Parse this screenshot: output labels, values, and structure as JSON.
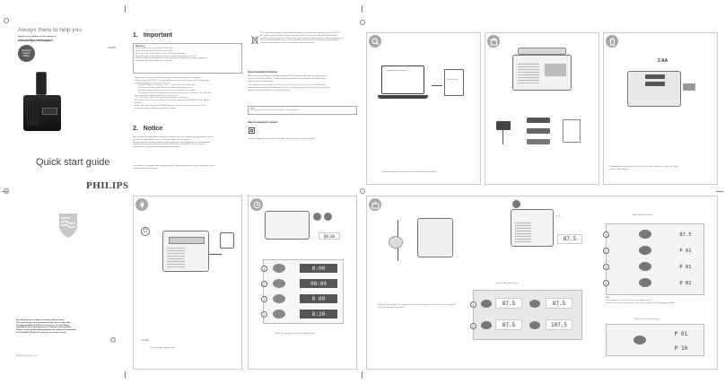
{
  "cover": {
    "tagline": "Always there to help you",
    "register_text": "Register your product and get support at",
    "url": "www.philips.com/support",
    "question_label": "Question? Contact Philips",
    "model": "AJ7260",
    "quick_start": "Quick start guide",
    "brand": "PHILIPS",
    "legal": [
      "Specifications are subject to change without notice.",
      "This product has been manufactured by, and is sold under",
      "the responsibility of Gibson Innovations Ltd., and Gibson",
      "Innovations Ltd. is the warrantor in relation to this product.",
      "Philips and the Philips Shield Emblem are registered trademarks",
      "of Koninklijke Philips N.V. and are used under license."
    ],
    "code": "AJ7260_05_QSG_V1.0"
  },
  "important": {
    "heading_num": "1.",
    "heading": "Important",
    "warning_label": "Warning",
    "warning_lines": [
      "Never remove the casing of this clock radio.",
      "Never lubricate any part of this clock radio.",
      "Never place this clock radio on other electrical equipment.",
      "Keep this clock radio away from direct sunlight, naked flames or heat.",
      "Make sure that you always have easy access to the power cord, plug or adaptor to",
      "disconnect the clock radio from the power."
    ],
    "bullets": [
      "Make sure that there is enough free space around the product for ventilation.",
      "Battery usage CAUTION – To prevent battery leakage which may result in bodily injury,",
      "property damage, or damage to the unit:",
      "Install all batteries correctly, + and – as marked on the clock radio.",
      "Do not mix batteries (old and new or carbon and alkaline, etc.).",
      "Remove batteries when the clock radio is not used for a long time.",
      "The battery shall not be exposed to excessive heat such as sunshine, fire or the like.",
      "Use only power supplies listed in the user manual.",
      "The clock radio shall not be exposed to dripping or splashing.",
      "Do not place any sources of danger on the clock radio (e.g. liquid filled objects, lighted",
      "candles).",
      "Where the plug of the Direct Plug-in Adapter is used as the disconnect device, the",
      "disconnect device shall remain readily operable."
    ]
  },
  "notice": {
    "heading_num": "2.",
    "heading": "Notice",
    "lines": [
      "Any changes or modifications made to this device that are not expressly approved by Gibson",
      "Innovations may void the user's authority to operate the equipment.",
      "Hereby, Gibson Innovations declares that this product is in compliance with the essential",
      "requirements and other relevant provisions of Directive 1999/5/EC. You can find the",
      "Declaration of Conformity on www.philips.com/support."
    ],
    "footer_lines": [
      "Your product is designed and manufactured with high quality materials and components, which",
      "can be recycled and reused."
    ]
  },
  "environment": {
    "intro": [
      "This symbol on a product means that the product is covered by European Directive 2012/19/",
      "EU. Inform yourself about the local separate collection system for electrical and electronic",
      "products, including batteries. Follow local rules and never dispose of the product and batteries",
      "with normal household waste. Correct disposal of old products and batteries helps prevent",
      "negative consequences for the environment and human health."
    ],
    "heading": "Environmental information",
    "lines": [
      "All unnecessary packaging has been omitted. We have tried to make the packaging easy to",
      "separate into three materials: cardboard (box), polystyrene foam (buffer) and polyethylene",
      "(bags, protective foam sheet).",
      "Your system consists of materials which can be recycled and reused if disassembled by a",
      "specialized company. Please observe the local regulations regarding the disposal of packaging",
      "materials, exhausted batteries and old equipment."
    ],
    "note_label": "Note",
    "note_text": "The type plate is located on the bottom of the apparatus.",
    "class2_heading": "Class II equipment symbol",
    "class2_text": "CLASS II apparatus with double insulation, and no protective earth provided."
  },
  "panels": {
    "download_url": "www.philips.com/support",
    "user_manual": "User Manual",
    "download_text": "To download the full user manual, visit www.philips.com/support.",
    "battery_label": "2 AA",
    "battery_text": [
      "The batteries are supplied for clock back up. Time and alarm settings stay if AC",
      "power is disconnected."
    ],
    "adapter_model": "AJ7260",
    "standby_note": "TP mode ●●● standby mode",
    "time_rows": [
      {
        "lcd": "0:00"
      },
      {
        "lcd": "08:00"
      },
      {
        "lcd": "0 00"
      },
      {
        "lcd": "8:20"
      }
    ],
    "time_note": "Note: You can only set time in standby mode.",
    "radio_freq": "87.5",
    "radio_steps": [
      "Fully extend and adjust the position of the special antenna until you find the best reception.",
      "Tune the stations as illustrated."
    ],
    "tune_label": "Tune to FM radio stations",
    "tune_lcds": [
      "87.5",
      "87.5",
      "87.5",
      "107.5"
    ],
    "store_label": "Store FM radio stations",
    "store_lcds": [
      "87.5",
      "P 01",
      "P 01",
      "P 02"
    ],
    "store_note": [
      "You can store a maximum of 10 preset radio stations.",
      "To overwrite a pre-stored station, select other number with its frequency number."
    ],
    "select_label": "Select a preset radio station",
    "select_lcds": [
      "P 01",
      "P 10"
    ],
    "plus_minus": "+ / -"
  }
}
